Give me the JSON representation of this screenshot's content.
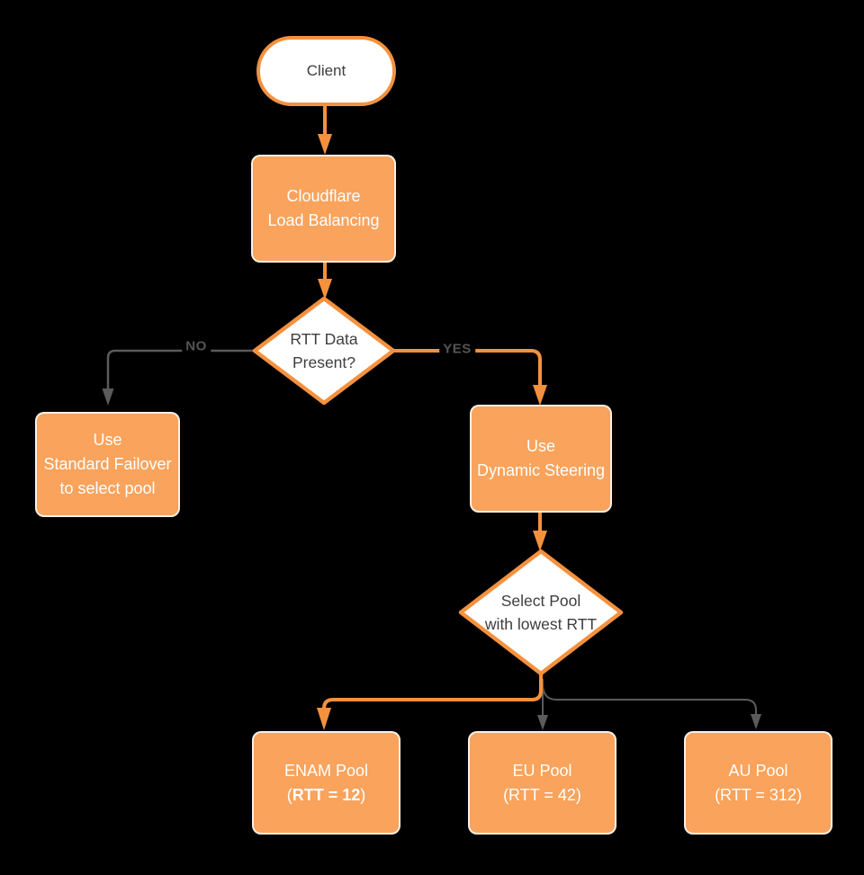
{
  "page": {
    "background_color": "#000000",
    "diagram_type": "flowchart",
    "topic": "Cloudflare Load Balancing pool selection flow"
  },
  "colors": {
    "node_fill_orange": "#F9A35C",
    "node_border_white": "#FFFFFF",
    "connector_orange": "#F5913E",
    "connector_gray": "#5B5B5B",
    "shape_outline_orange": "#F5913E",
    "dark_text": "#3E3E3E",
    "light_text": "#FFFFFF",
    "edge_label_gray": "#555555"
  },
  "nodes": {
    "client": {
      "label": "Client"
    },
    "load_balancer": {
      "lines": [
        "Cloudflare",
        "Load Balancing"
      ]
    },
    "rtt_decision": {
      "lines": [
        "RTT Data",
        "Present?"
      ]
    },
    "standard_failover": {
      "lines": [
        "Use",
        "Standard Failover",
        "to select pool"
      ]
    },
    "dynamic_steering": {
      "lines": [
        "Use",
        "Dynamic Steering"
      ]
    },
    "pool_decision": {
      "lines": [
        "Select Pool",
        "with lowest RTT"
      ]
    },
    "enam_pool": {
      "title": "ENAM Pool",
      "rtt_open": "(",
      "rtt_value": "RTT = 12",
      "rtt_close": ")"
    },
    "eu_pool": {
      "lines": [
        "EU Pool",
        "(RTT = 42)"
      ]
    },
    "au_pool": {
      "lines": [
        "AU Pool",
        "(RTT = 312)"
      ]
    }
  },
  "edge_labels": {
    "no": "NO",
    "yes": "YES"
  }
}
